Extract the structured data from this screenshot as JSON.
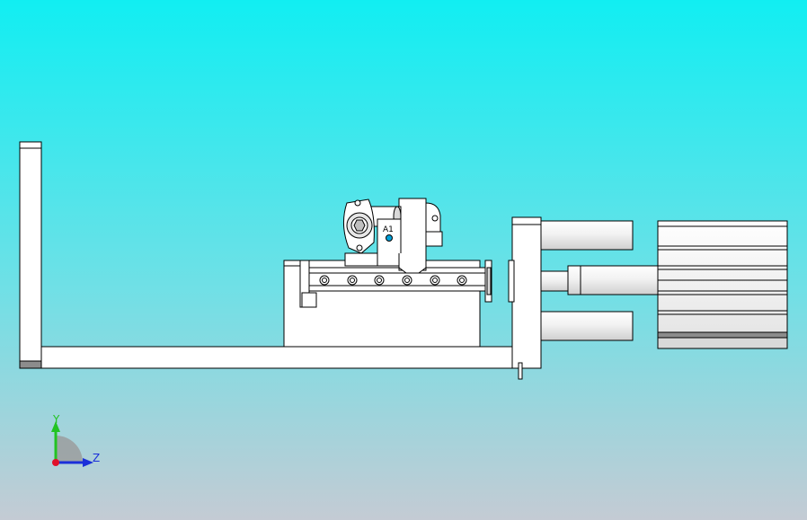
{
  "viewport": {
    "background_top": "#11eef2",
    "background_bottom": "#c4cbd4"
  },
  "part": {
    "stroke": "#000000",
    "fill": "#ffffff",
    "shade": "#d9d9d9",
    "dark_shade": "#8c8c8c",
    "engraving": "A1",
    "accent_dot": "#00a0d8"
  },
  "triad": {
    "y_label": "Y",
    "z_label": "Z",
    "y_color": "#22c322",
    "z_color": "#1a2fd9",
    "x_color": "#e0102a",
    "view_cone": "#9a9a9a"
  }
}
